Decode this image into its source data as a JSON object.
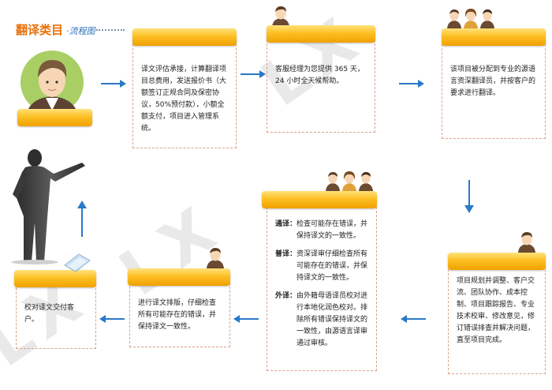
{
  "title": {
    "main": "翻译类目",
    "sub": "·流程图"
  },
  "watermark": "LX",
  "steps": [
    {
      "id": "step1",
      "text": "译文评估承接，计算翻译项目总费用，发送报价书（大额签订正规合同及保密协议，50%预付款），小额全额支付，项目进入管理系统。"
    },
    {
      "id": "step2",
      "text": "客服经理为您提供 365 天，24 小时全天候帮助。"
    },
    {
      "id": "step3",
      "text": "该项目被分配到专业的源语言资深翻译员，并按客户的要求进行翻译。"
    },
    {
      "id": "step4",
      "text": "项目规划并调整、客户交流、团队协作、成本控制、项目跟踪报告、专业技术校审、修改意见，修订错误排查并解决问题，直至项目完成。"
    },
    {
      "id": "step5",
      "sections": [
        {
          "key": "通译：",
          "text": "检查可能存在错误，并保持译文的一致性。"
        },
        {
          "key": "普译：",
          "text": "资深译审仔细检查所有可能存在的错误，并保持译文的一致性。"
        },
        {
          "key": "外译：",
          "text": "由外籍母语译员校对进行本地化润色校对。排除所有错误保持译文的一致性，由源语言译审通过审核。"
        }
      ]
    },
    {
      "id": "step6",
      "text": "进行译文排版，仔细检查所有可能存在的错误，并保持译文一致性。"
    },
    {
      "id": "step7",
      "text": "校对译文交付客户。"
    }
  ],
  "colors": {
    "accent_orange": "#e8700a",
    "accent_blue": "#2a6fb8",
    "arrow_blue": "#2a78c8",
    "bar_yellow": "#fdbf24",
    "box_border": "#d9a28b"
  },
  "icons": [
    "person-avatar-icon",
    "businessman-silhouette-icon",
    "document-icon"
  ]
}
